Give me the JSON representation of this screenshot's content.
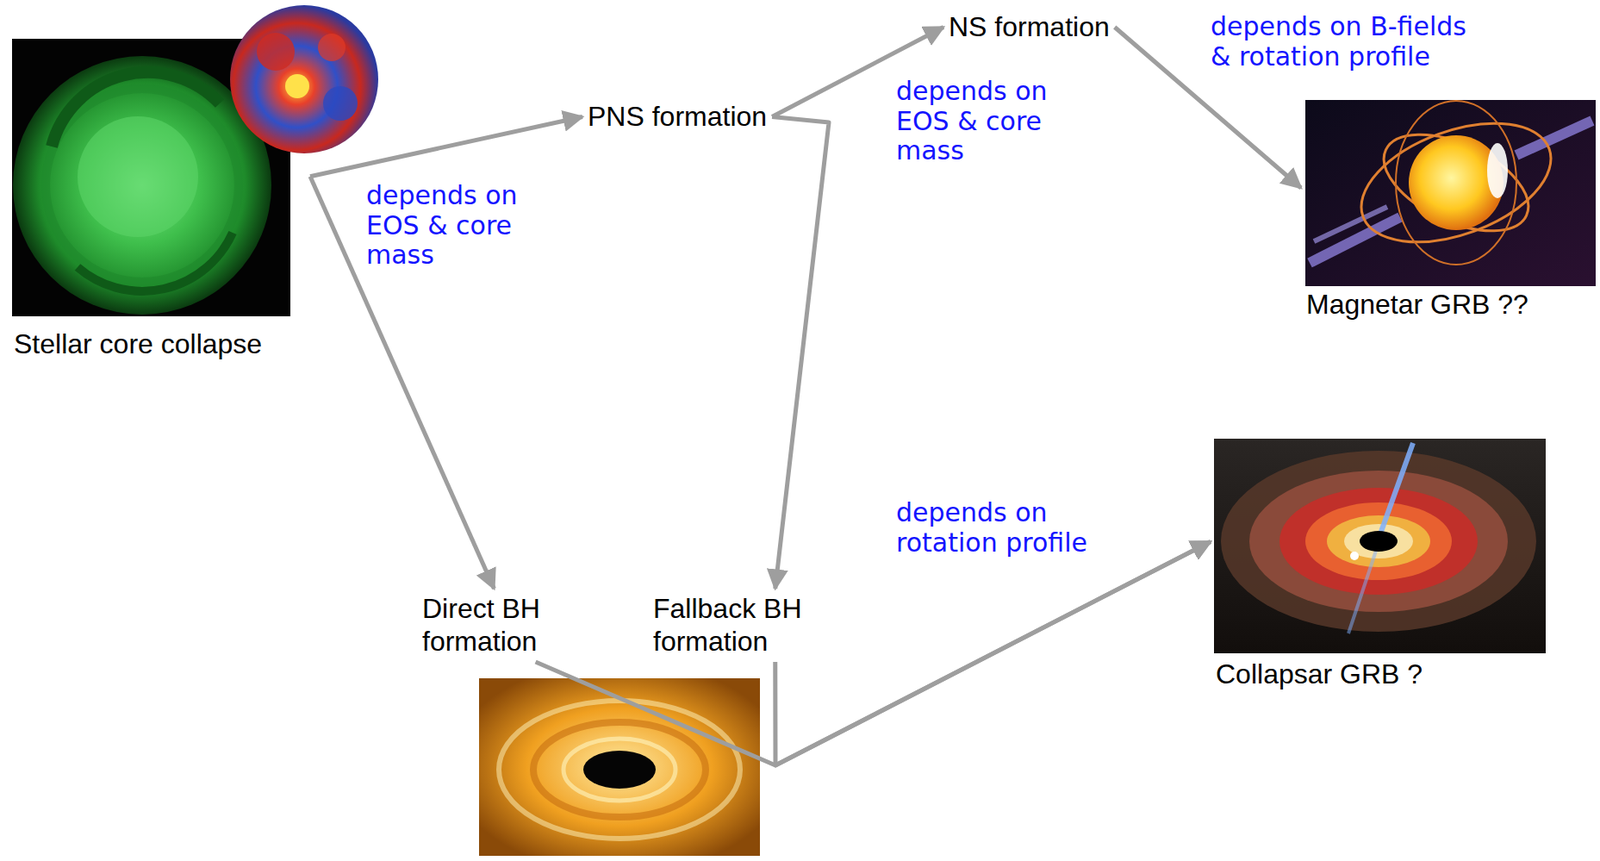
{
  "diagram": {
    "nodes": [
      {
        "text": [
          "Stellar core collapse"
        ]
      },
      {
        "text": [
          "PNS formation"
        ]
      },
      {
        "text": [
          "NS formation"
        ]
      },
      {
        "text": [
          "Direct BH formation"
        ]
      },
      {
        "text": [
          "Fallback BH formation"
        ]
      },
      {
        "text": [
          "Magnetar GRB ??"
        ]
      },
      {
        "text": [
          "Collapsar GRB ?"
        ]
      }
    ],
    "edges": [
      {
        "from": 0,
        "to": 1,
        "arrow": "to"
      },
      {
        "from": 0,
        "to": 3,
        "arrow": "to"
      },
      {
        "from": 1,
        "to": 2,
        "arrow": "to"
      },
      {
        "from": 1,
        "to": 4,
        "arrow": "to"
      },
      {
        "from": 2,
        "to": 5,
        "arrow": "to"
      },
      {
        "from": 3,
        "to": 6,
        "arrow": "to"
      },
      {
        "from": 4,
        "to": 6,
        "arrow": "to"
      }
    ],
    "labels": [
      "depends on EOS & core mass",
      "depends on EOS & core mass",
      "depends on B-fields & rotation profile",
      "depends on rotation profile"
    ]
  }
}
